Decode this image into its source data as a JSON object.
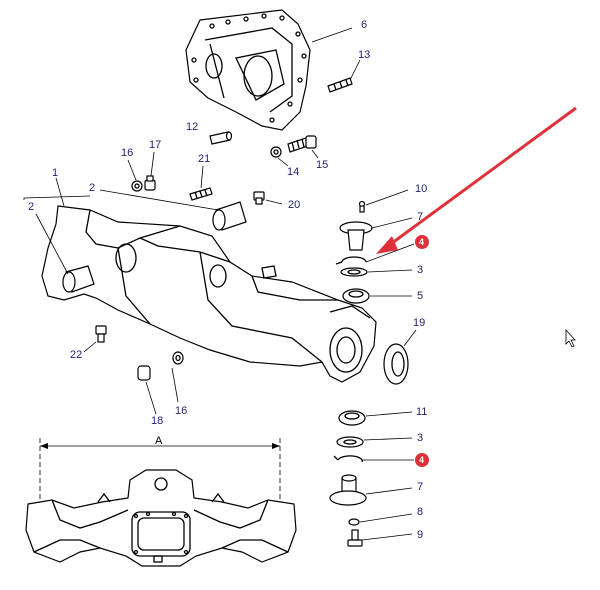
{
  "diagram": {
    "callouts": {
      "c1": "1",
      "c2a": "2",
      "c2b": "2",
      "c3a": "3",
      "c3b": "3",
      "c4a": "4",
      "c4b": "4",
      "c5": "5",
      "c6": "6",
      "c7a": "7",
      "c7b": "7",
      "c8": "8",
      "c9": "9",
      "c10": "10",
      "c11": "11",
      "c12": "12",
      "c13": "13",
      "c14": "14",
      "c15": "15",
      "c16a": "16",
      "c16b": "16",
      "c17": "17",
      "c18": "18",
      "c19": "19",
      "c20": "20",
      "c21": "21",
      "c22": "22"
    },
    "dimension_label": "A",
    "colors": {
      "callout_text": "#1f1f6e",
      "highlight_badge": "#e0313b",
      "arrow": "#e0313b"
    }
  }
}
